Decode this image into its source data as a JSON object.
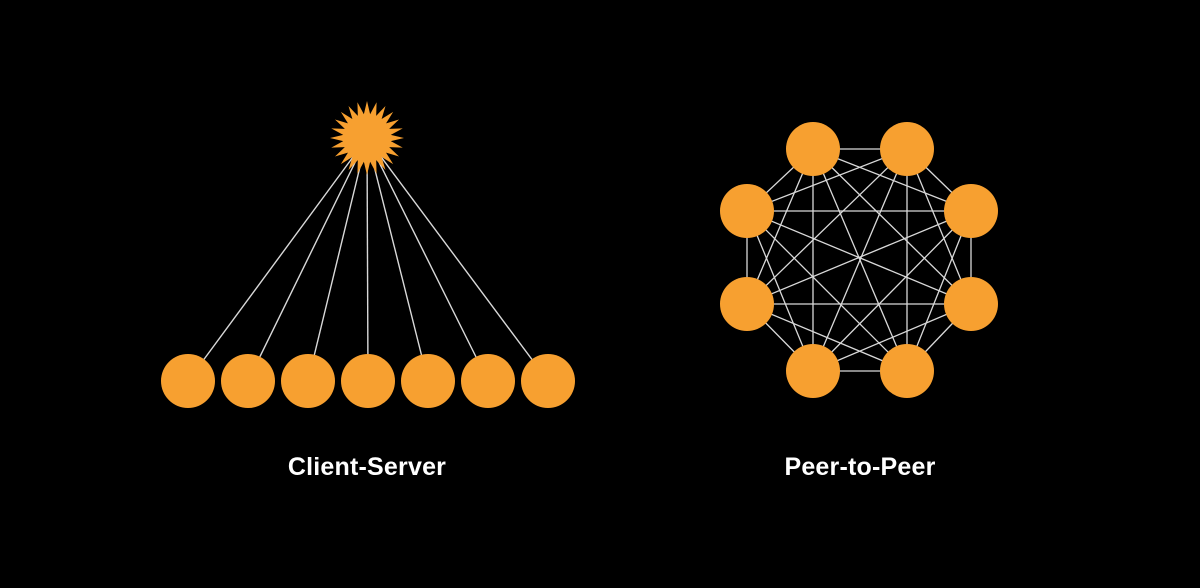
{
  "colors": {
    "background": "#000000",
    "node": "#f7a030",
    "line": "#d9d9d9",
    "caption": "#ffffff"
  },
  "client_server": {
    "label": "Client-Server",
    "server_icon": "starburst-server-icon",
    "client_count": 7
  },
  "peer_to_peer": {
    "label": "Peer-to-Peer",
    "peer_count": 8,
    "topology": "full-mesh"
  }
}
